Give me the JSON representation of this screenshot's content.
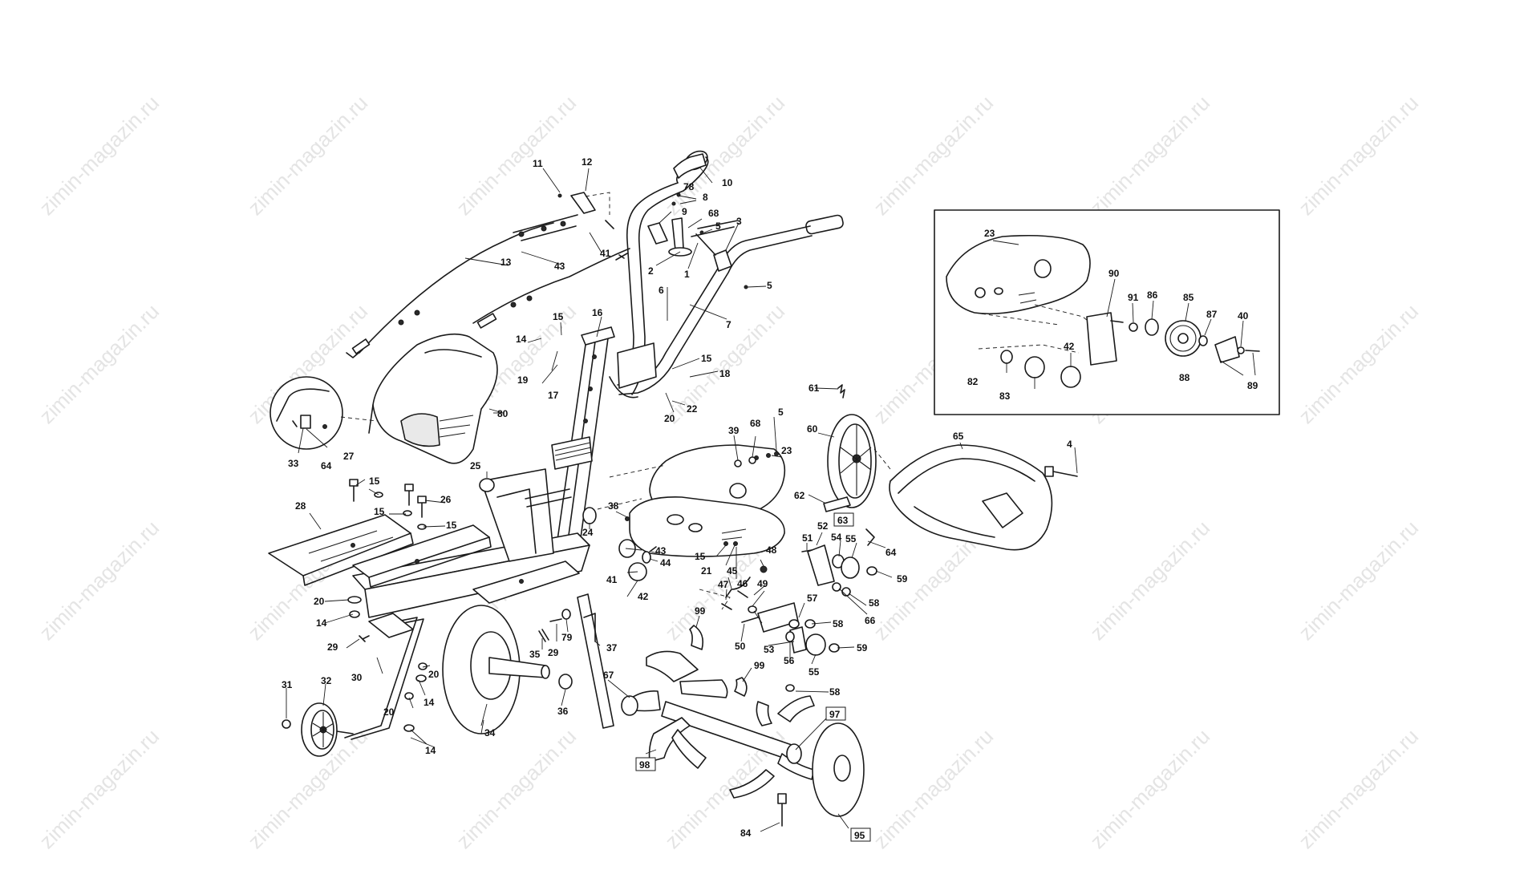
{
  "watermark": "zimin-magazin.ru",
  "part_labels": {
    "p1": "1",
    "p2": "2",
    "p3": "3",
    "p4": "4",
    "p5": "5",
    "p5b": "5",
    "p5c": "5",
    "p6": "6",
    "p7": "7",
    "p8": "8",
    "p9": "9",
    "p10": "10",
    "p11": "11",
    "p12": "12",
    "p13": "13",
    "p14a": "14",
    "p14b": "14",
    "p14c": "14",
    "p14d": "14",
    "p15a": "15",
    "p15b": "15",
    "p15c": "15",
    "p15d": "15",
    "p15e": "15",
    "p15f": "15",
    "p16": "16",
    "p17": "17",
    "p18": "18",
    "p19": "19",
    "p20a": "20",
    "p20b": "20",
    "p20c": "20",
    "p20d": "20",
    "p21": "21",
    "p22": "22",
    "p23a": "23",
    "p23b": "23",
    "p24": "24",
    "p25": "25",
    "p26": "26",
    "p27": "27",
    "p28": "28",
    "p29a": "29",
    "p29b": "29",
    "p30": "30",
    "p31": "31",
    "p32": "32",
    "p33": "33",
    "p34": "34",
    "p35": "35",
    "p36": "36",
    "p37": "37",
    "p38": "38",
    "p39": "39",
    "p40": "40",
    "p41a": "41",
    "p41b": "41",
    "p42a": "42",
    "p42b": "42",
    "p43a": "43",
    "p43b": "43",
    "p44": "44",
    "p45": "45",
    "p46": "46",
    "p47": "47",
    "p48": "48",
    "p49": "49",
    "p50": "50",
    "p51": "51",
    "p52": "52",
    "p53": "53",
    "p54": "54",
    "p55a": "55",
    "p55b": "55",
    "p56": "56",
    "p57": "57",
    "p58a": "58",
    "p58b": "58",
    "p58c": "58",
    "p59a": "59",
    "p59b": "59",
    "p60": "60",
    "p61": "61",
    "p62": "62",
    "p63": "63",
    "p64a": "64",
    "p64b": "64",
    "p65": "65",
    "p66": "66",
    "p67": "67",
    "p68a": "68",
    "p68b": "68",
    "p78": "78",
    "p79": "79",
    "p80": "80",
    "p82": "82",
    "p83": "83",
    "p84": "84",
    "p85": "85",
    "p86": "86",
    "p87": "87",
    "p88": "88",
    "p89": "89",
    "p90": "90",
    "p91": "91",
    "p95": "95",
    "p97": "97",
    "p98": "98",
    "p99a": "99",
    "p99b": "99"
  },
  "colors": {
    "line": "#1a1a1a",
    "watermark": "#cfcfcf",
    "background": "#ffffff"
  }
}
